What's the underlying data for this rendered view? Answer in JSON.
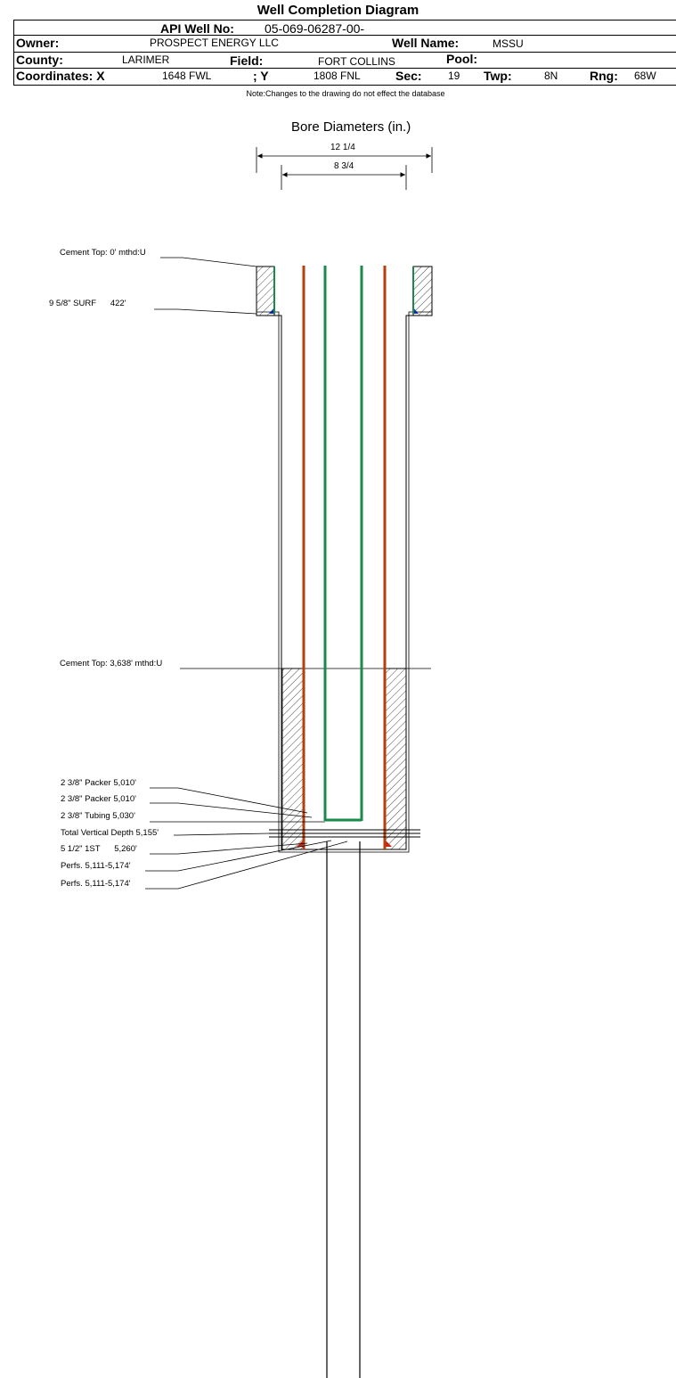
{
  "header": {
    "title": "Well Completion Diagram",
    "api_label": "API Well No:",
    "api_value": "05-069-06287-00-",
    "owner_label": "Owner:",
    "owner_value": "PROSPECT ENERGY LLC",
    "well_name_label": "Well Name:",
    "well_name_value": "MSSU",
    "county_label": "County:",
    "county_value": "LARIMER",
    "field_label": "Field:",
    "field_value": "FORT COLLINS",
    "pool_label": "Pool:",
    "pool_value": "",
    "coord_x_label": "Coordinates: X",
    "coord_x_value": "1648 FWL",
    "coord_y_label": "; Y",
    "coord_y_value": "1808 FNL",
    "sec_label": "Sec:",
    "sec_value": "19",
    "twp_label": "Twp:",
    "twp_value": "8N",
    "rng_label": "Rng:",
    "rng_value": "68W"
  },
  "note": "Note:Changes to the drawing do not effect the database",
  "diagram": {
    "bore_title": "Bore Diameters (in.)",
    "bore_outer": "12 1/4",
    "bore_inner": "8 3/4",
    "annotations": {
      "cement_top_surface": "Cement Top: 0' mthd:U",
      "surface_casing": "9 5/8\" SURF      422'",
      "cement_top_prod": "Cement Top: 3,638' mthd:U",
      "packer_1": "2 3/8\" Packer 5,010'",
      "packer_2": "2 3/8\" Packer 5,010'",
      "tubing": "2 3/8\" Tubing 5,030'",
      "tvd": "Total Vertical Depth 5,155'",
      "prod_casing": "5 1/2\" 1ST      5,260'",
      "perfs_1": "Perfs. 5,111-5,174'",
      "perfs_2": "Perfs. 5,111-5,174'"
    },
    "colors": {
      "casing": "#b5400c",
      "tubing": "#1a8a4a",
      "surface_shoe": "#1f3fd0",
      "prod_shoe": "#d02010"
    }
  }
}
